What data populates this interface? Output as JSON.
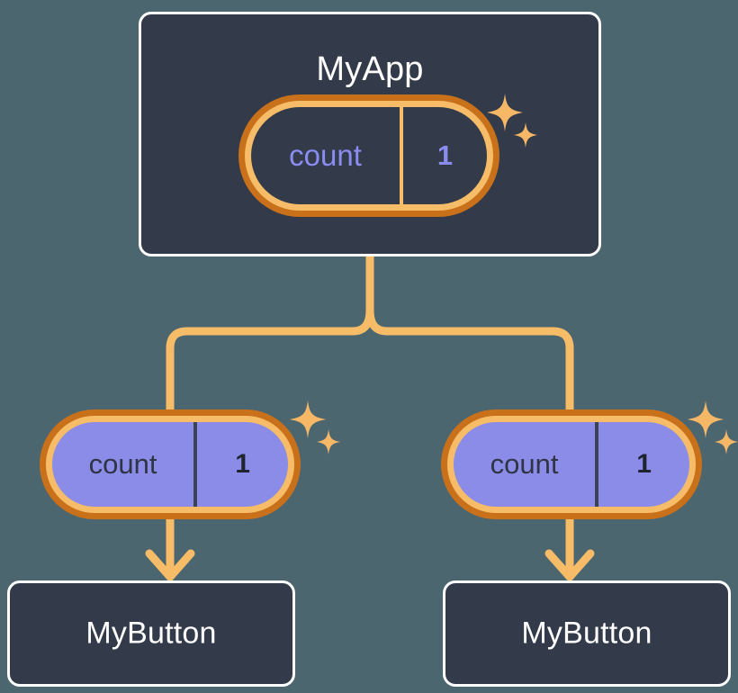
{
  "diagram": {
    "type": "component-state-tree",
    "background_color": "#4c6670",
    "palette": {
      "card_fill": "#333a4a",
      "card_border": "#ffffff",
      "pill_outer_ring": "#c8701a",
      "pill_inner_ring": "#f7bc68",
      "pill_purple_fill": "#8a8ce8",
      "accent_purple_text": "#8a8cf0",
      "connector": "#f7bc68",
      "sparkle": "#f6b766",
      "dark_text": "#2f3545"
    },
    "root": {
      "title": "MyApp",
      "state_pill": {
        "key": "count",
        "value": "1",
        "variant": "dark",
        "sparkle": true
      }
    },
    "branches": [
      {
        "state_pill": {
          "key": "count",
          "value": "1",
          "variant": "purple",
          "sparkle": true
        },
        "component": {
          "title": "MyButton"
        }
      },
      {
        "state_pill": {
          "key": "count",
          "value": "1",
          "variant": "purple",
          "sparkle": true
        },
        "component": {
          "title": "MyButton"
        }
      }
    ],
    "connectors": [
      {
        "from": "MyApp",
        "to": "fork",
        "style": "rounded-tee"
      },
      {
        "from": "fork",
        "to": "left-count-pill",
        "style": "elbow"
      },
      {
        "from": "fork",
        "to": "right-count-pill",
        "style": "elbow"
      },
      {
        "from": "left-count-pill",
        "to": "left-MyButton",
        "style": "arrow-down"
      },
      {
        "from": "right-count-pill",
        "to": "right-MyButton",
        "style": "arrow-down"
      }
    ]
  }
}
